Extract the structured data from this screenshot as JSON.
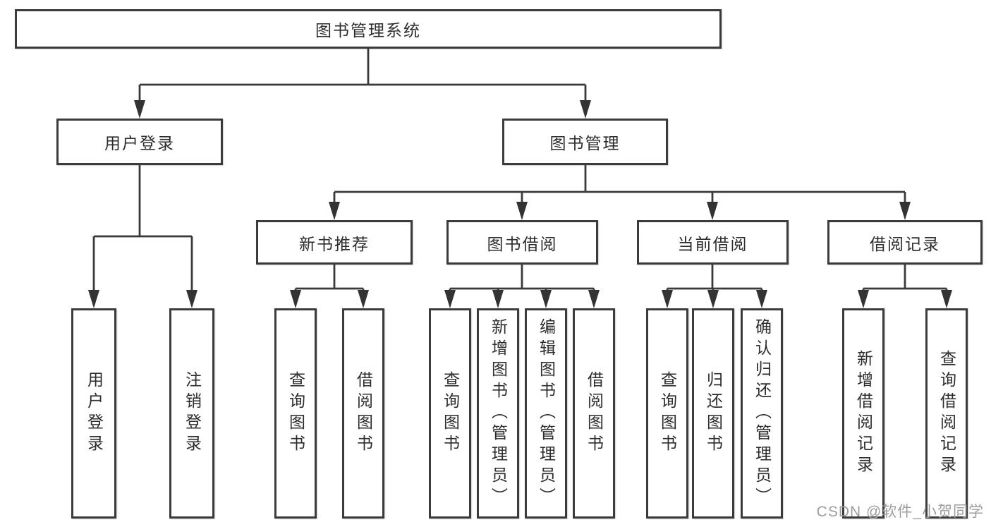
{
  "title": "图书管理系统",
  "watermark": {
    "text": "CSDN @软件_小贺同学"
  },
  "colors": {
    "line": "#3a3a3a",
    "border": "#3b3b3b",
    "text": "#2d2d2d",
    "background": "#ffffff",
    "watermark": "#9c9c9c"
  },
  "tree": {
    "root": {
      "label": "图书管理系统"
    },
    "children": [
      {
        "label": "用户登录",
        "children": [
          {
            "label": "用户登录"
          },
          {
            "label": "注销登录"
          }
        ]
      },
      {
        "label": "图书管理",
        "children": [
          {
            "label": "新书推荐",
            "children": [
              {
                "label": "查询图书"
              },
              {
                "label": "借阅图书"
              }
            ]
          },
          {
            "label": "图书借阅",
            "children": [
              {
                "label": "查询图书"
              },
              {
                "label": "新增图书（管理员）"
              },
              {
                "label": "编辑图书（管理员）"
              },
              {
                "label": "借阅图书"
              }
            ]
          },
          {
            "label": "当前借阅",
            "children": [
              {
                "label": "查询图书"
              },
              {
                "label": "归还图书"
              },
              {
                "label": "确认归还（管理员）"
              }
            ]
          },
          {
            "label": "借阅记录",
            "children": [
              {
                "label": "新增借阅记录"
              },
              {
                "label": "查询借阅记录"
              }
            ]
          }
        ]
      }
    ]
  }
}
